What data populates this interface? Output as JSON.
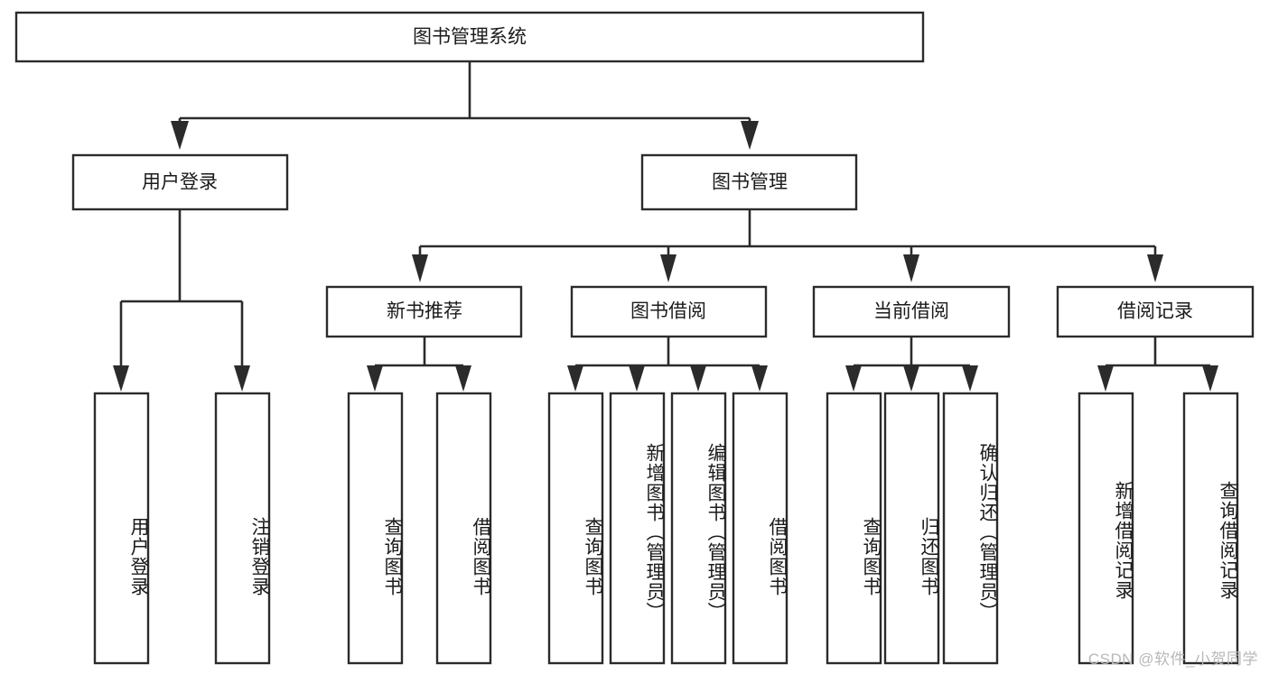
{
  "diagram": {
    "type": "hierarchy-tree",
    "title": "图书管理系统",
    "watermark": "CSDN @软件_小贺同学",
    "colors": {
      "stroke": "#2b2b2b",
      "fill": "#ffffff",
      "text": "#1b1b1b",
      "watermark": "#b8b8b8",
      "background": "#ffffff"
    },
    "root": {
      "label": "图书管理系统"
    },
    "level2": [
      {
        "label": "用户登录"
      },
      {
        "label": "图书管理"
      }
    ],
    "level3": [
      {
        "label": "新书推荐"
      },
      {
        "label": "图书借阅"
      },
      {
        "label": "当前借阅"
      },
      {
        "label": "借阅记录"
      }
    ],
    "leaves": {
      "user_login": [
        {
          "label": "用户登录"
        },
        {
          "label": "注销登录"
        }
      ],
      "new_book_recommend": [
        {
          "label": "查询图书"
        },
        {
          "label": "借阅图书"
        }
      ],
      "book_borrow": [
        {
          "label": "查询图书"
        },
        {
          "label": "新增图书（管理员）"
        },
        {
          "label": "编辑图书（管理员）"
        },
        {
          "label": "借阅图书"
        }
      ],
      "current_borrow": [
        {
          "label": "查询图书"
        },
        {
          "label": "归还图书"
        },
        {
          "label": "确认归还（管理员）"
        }
      ],
      "borrow_record": [
        {
          "label": "新增借阅记录"
        },
        {
          "label": "查询借阅记录"
        }
      ]
    }
  }
}
